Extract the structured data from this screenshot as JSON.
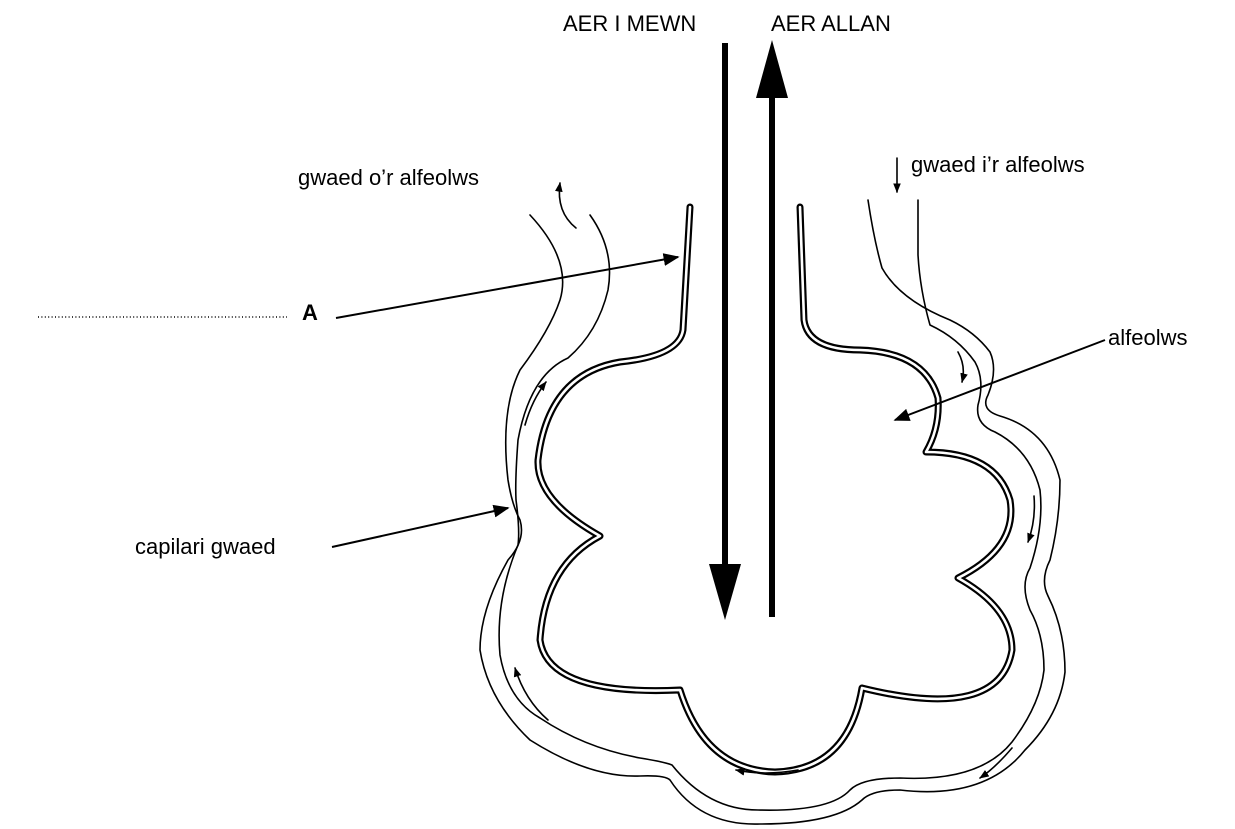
{
  "labels": {
    "air_in": "AER I MEWN",
    "air_out": "AER ALLAN",
    "blood_from_alveolus": "gwaed o’r alfeolws",
    "blood_to_alveolus": "gwaed i’r alfeolws",
    "alveolus": "alfeolws",
    "blood_capillary": "capilari gwaed",
    "unknown_label": "A"
  }
}
